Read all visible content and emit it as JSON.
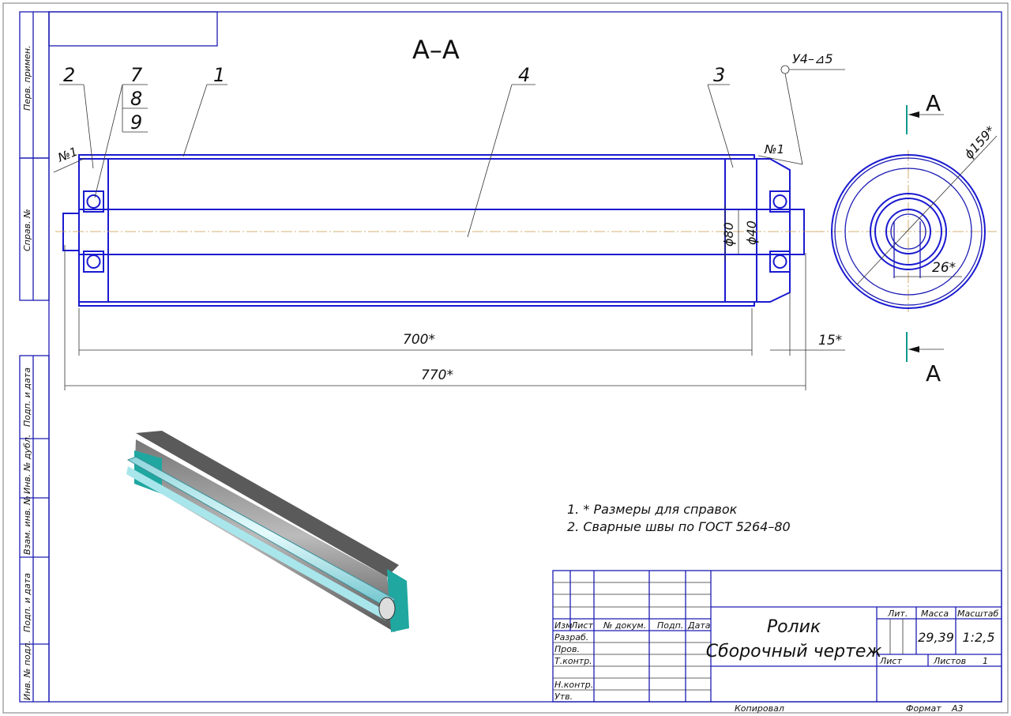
{
  "drawing": {
    "section_title": "А–А",
    "section_marker": "А",
    "callouts": [
      "2",
      "7",
      "8",
      "9",
      "1",
      "4",
      "3"
    ],
    "weld_mark_left": "№1",
    "weld_mark_right": "№1",
    "weld_symbol": "У4–⊿5",
    "dimensions": {
      "d80": "ϕ80",
      "d40": "ϕ40",
      "d159": "ϕ159*",
      "w26": "26*",
      "len700": "700*",
      "len770": "770*",
      "len15": "15*"
    }
  },
  "notes": [
    "1.  * Размеры для справок",
    "2.  Сварные швы по ГОСТ 5264–80"
  ],
  "side_strip": [
    "Перв. примен.",
    "Справ. №",
    "Подп. и дата",
    "Инв. № дубл.",
    "Взам. инв. №",
    "Подп. и дата",
    "Инв. № подл."
  ],
  "title_block": {
    "name_line1": "Ролик",
    "name_line2": "Сборочный чертеж",
    "headers": {
      "izm": "Изм",
      "list": "Лист",
      "doc": "№ докум.",
      "sign": "Подп.",
      "date": "Дата"
    },
    "roles": [
      "Разраб.",
      "Пров.",
      "Т.контр.",
      "Н.контр.",
      "Утв."
    ],
    "lit_label": "Лит.",
    "mass_label": "Масса",
    "scale_label": "Масштаб",
    "mass": "29,39",
    "scale": "1:2,5",
    "sheet_label": "Лист",
    "sheets_label": "Листов",
    "sheets": "1",
    "copied": "Копировал",
    "format_label": "Формат",
    "format": "А3"
  }
}
